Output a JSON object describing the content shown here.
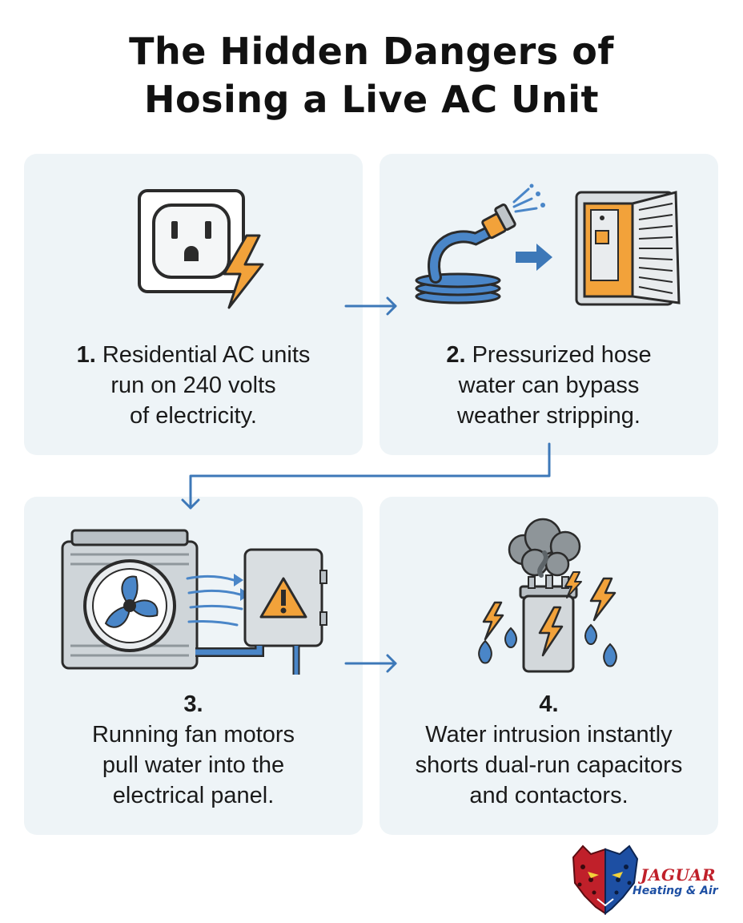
{
  "title": {
    "line1": "The Hidden Dangers of",
    "line2": "Hosing a Live AC Unit"
  },
  "steps": [
    {
      "number": "1.",
      "lines": [
        "Residential AC units",
        "run on 240 volts",
        "of electricity."
      ],
      "icon": "outlet-lightning-icon"
    },
    {
      "number": "2.",
      "lines": [
        "Pressurized hose",
        "water can bypass",
        "weather stripping."
      ],
      "icon": "hose-spraying-ac-unit-icon"
    },
    {
      "number": "3.",
      "lines": [
        "Running fan motors",
        "pull water into the",
        "electrical panel."
      ],
      "icon": "fan-unit-electrical-panel-icon"
    },
    {
      "number": "4.",
      "lines": [
        "Water intrusion instantly",
        "shorts dual-run capacitors",
        "and contactors."
      ],
      "icon": "smoking-capacitor-icon"
    }
  ],
  "logo": {
    "wordmark": "JAGUAR",
    "tagline": "Heating & Air"
  },
  "colors": {
    "card_bg": "#eef4f7",
    "arrow_blue": "#3d78b8",
    "lightning_orange": "#f2a23a",
    "hose_blue": "#4a86c8",
    "brand_red": "#c0202a",
    "brand_blue": "#1d4fa3"
  }
}
